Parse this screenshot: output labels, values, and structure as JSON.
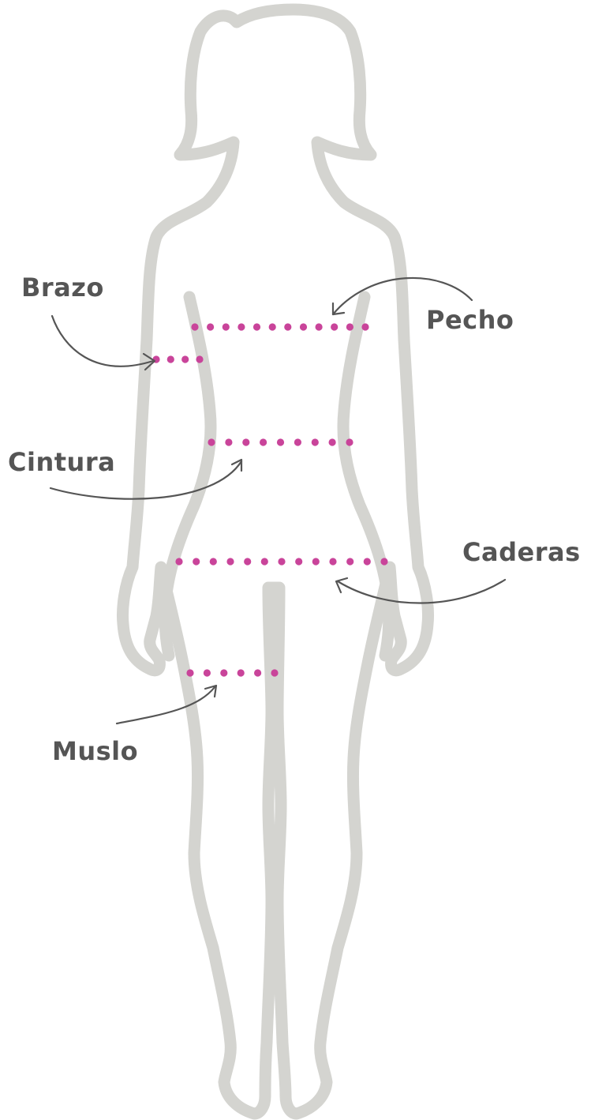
{
  "colors": {
    "outline": "#d4d4d0",
    "dots": "#c9449a",
    "label_text": "#555555",
    "arrow": "#555555",
    "background": "#ffffff"
  },
  "labels": {
    "brazo": "Brazo",
    "pecho": "Pecho",
    "cintura": "Cintura",
    "caderas": "Caderas",
    "muslo": "Muslo"
  }
}
